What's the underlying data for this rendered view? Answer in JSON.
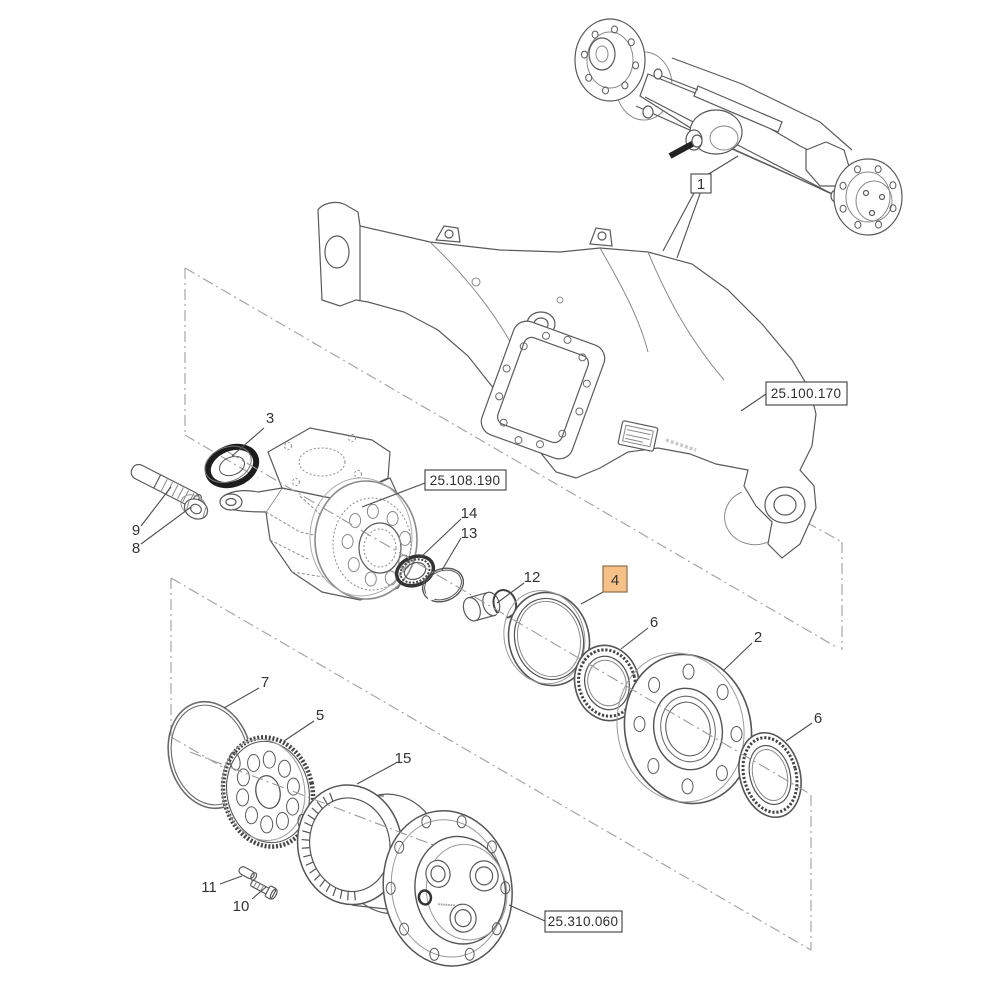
{
  "figure": {
    "kind": "exploded-parts-diagram"
  },
  "callouts": {
    "n1": "1",
    "n2": "2",
    "n3": "3",
    "n4": "4",
    "n5": "5",
    "n6": "6",
    "n7": "7",
    "n8": "8",
    "n9": "9",
    "n10": "10",
    "n11": "11",
    "n12": "12",
    "n13": "13",
    "n14": "14",
    "n15": "15"
  },
  "ref_boxes": {
    "housing": "25.100.170",
    "knuckle": "25.108.190",
    "hub": "25.310.060"
  },
  "highlight": {
    "callout": "4",
    "fill": "#f5c187",
    "border": "#8c6f4e",
    "text_color": "#d6985c"
  },
  "colors": {
    "line": "#5a5a5a",
    "dark_line": "#1f1f1f",
    "phantom": "#a6a6a6",
    "label_text": "#333333",
    "background": "#ffffff"
  }
}
